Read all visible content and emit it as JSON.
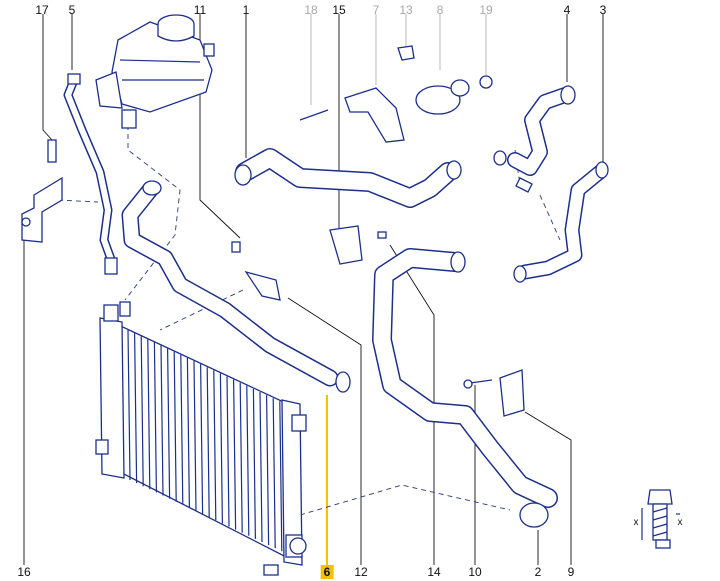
{
  "labels": {
    "l17": "17",
    "l5": "5",
    "l11": "11",
    "l1": "1",
    "l18": "18",
    "l15": "15",
    "l7": "7",
    "l13": "13",
    "l8": "8",
    "l19": "19",
    "l4": "4",
    "l3": "3",
    "l16": "16",
    "l6": "6",
    "l12": "12",
    "l14": "14",
    "l10": "10",
    "l2": "2",
    "l9": "9"
  },
  "colors": {
    "line": "#1c2f8a",
    "highlight": "#f2c200",
    "inactive": "#a8a8a8"
  },
  "dimension_marks": {
    "x1": "x",
    "x2": "x"
  }
}
